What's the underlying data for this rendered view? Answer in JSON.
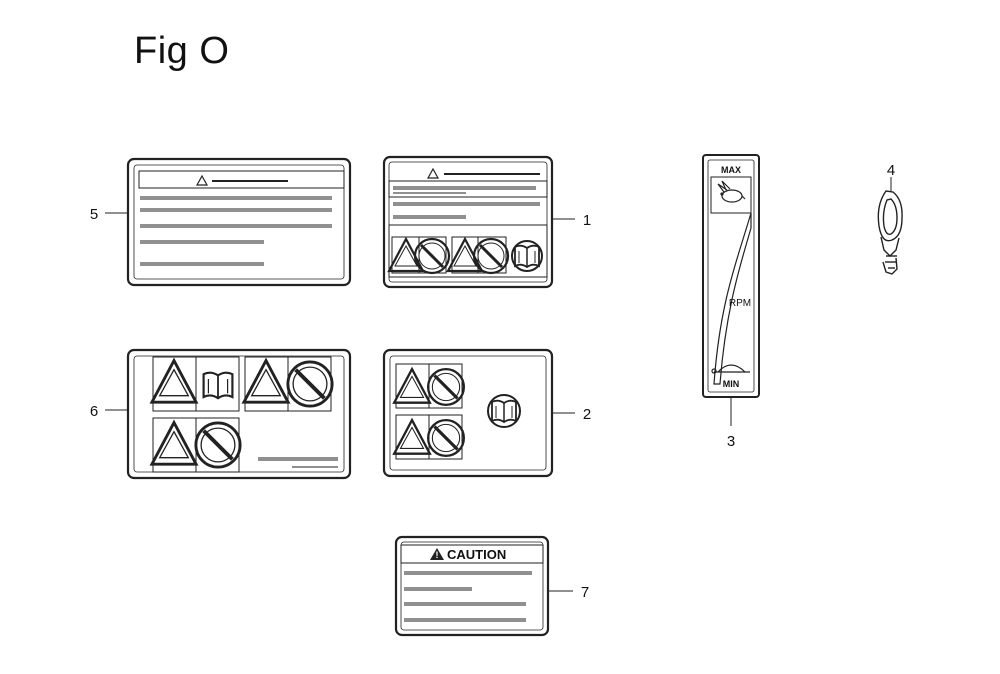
{
  "figure": {
    "title": "Fig O"
  },
  "callouts": {
    "c1": "1",
    "c2": "2",
    "c3": "3",
    "c4": "4",
    "c5": "5",
    "c6": "6",
    "c7": "7"
  },
  "throttle_label": {
    "max": "MAX",
    "rpm": "RPM",
    "min": "MIN"
  },
  "caution_label": {
    "heading": "CAUTION"
  }
}
